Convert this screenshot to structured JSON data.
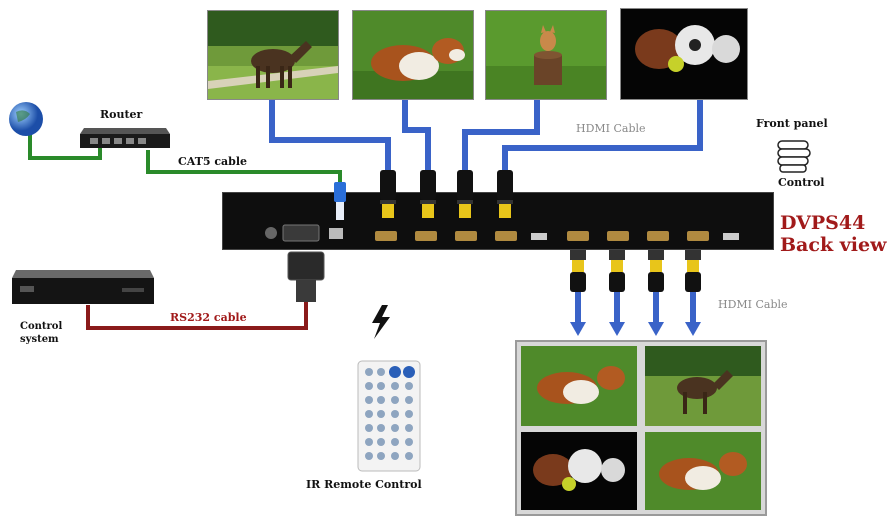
{
  "title_line1": "DVPS44",
  "title_line2": "Back view",
  "labels": {
    "router": "Router",
    "cat5": "CAT5 cable",
    "hdmi_top": "HDMI Cable",
    "hdmi_bottom": "HDMI Cable",
    "front_panel": "Front panel",
    "control": "Control",
    "control_system_line1": "Control",
    "control_system_line2": "system",
    "rs232": "RS232 cable",
    "ir_remote": "IR Remote Control"
  },
  "inputs": [
    "horse",
    "dog",
    "cat-in-basket",
    "sports-balls"
  ],
  "output_quad": [
    "dog",
    "horse",
    "sports-balls",
    "dog"
  ],
  "colors": {
    "hdmi_cable": "#3a63c8",
    "cat5_cable": "#2a8a2a",
    "rs232_cable": "#8a1a1a",
    "device_body": "#111111",
    "title_red": "#a11a1a"
  },
  "icons": [
    "globe-icon",
    "router-icon",
    "fist-icon",
    "control-system-icon",
    "remote-icon",
    "lightning-icon"
  ]
}
